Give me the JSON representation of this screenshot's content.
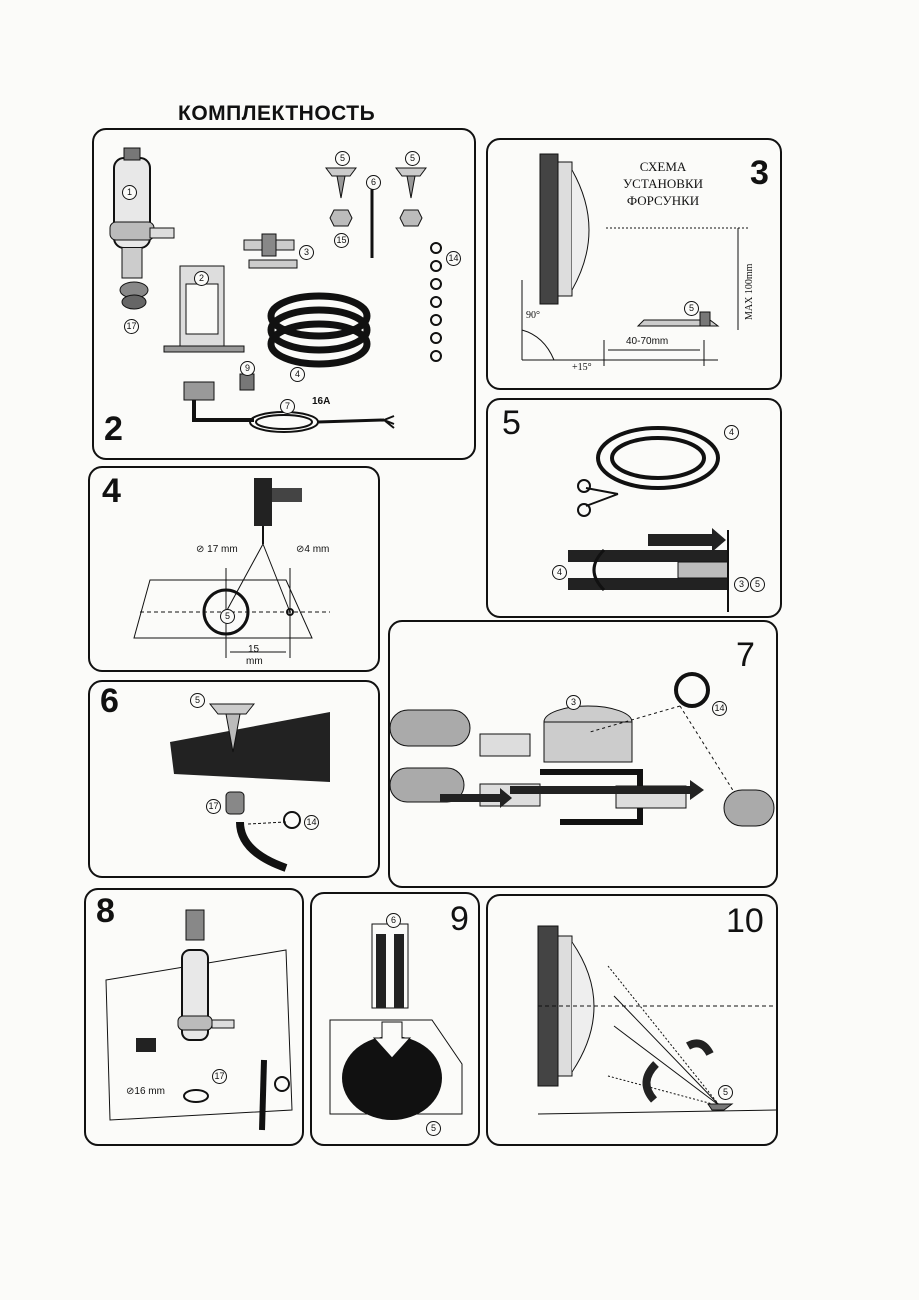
{
  "title": "КОМПЛЕКТНОСТЬ",
  "panels": {
    "p2": {
      "number": "2",
      "labels": {
        "n1": "1",
        "n2": "2",
        "n3": "3",
        "n4": "4",
        "n5a": "5",
        "n5b": "5",
        "n6": "6",
        "n7": "7",
        "n9": "9",
        "n14": "14",
        "n15": "15",
        "n17": "17",
        "fuse": "16A"
      }
    },
    "p3": {
      "number": "3",
      "schema": [
        "СХЕМА",
        "УСТАНОВКИ",
        "ФОРСУНКИ"
      ],
      "angle90": "90°",
      "angle15": "+15°",
      "max": "MAX 100mm",
      "dist": "40-70mm",
      "n5": "5"
    },
    "p4": {
      "number": "4",
      "d17": "⊘ 17 mm",
      "d4": "⊘4   mm",
      "dist": "15",
      "unit": "mm",
      "n5": "5"
    },
    "p5": {
      "number": "5",
      "n4a": "4",
      "n4b": "4",
      "n3": "3",
      "n5": "5"
    },
    "p6": {
      "number": "6",
      "n5": "5",
      "n17": "17",
      "n14": "14"
    },
    "p7": {
      "number": "7",
      "n3": "3",
      "n14": "14"
    },
    "p8": {
      "number": "8",
      "d16": "⊘16 mm",
      "n17": "17"
    },
    "p9": {
      "number": "9",
      "n6": "6",
      "n5": "5"
    },
    "p10": {
      "number": "10",
      "n5": "5"
    }
  }
}
